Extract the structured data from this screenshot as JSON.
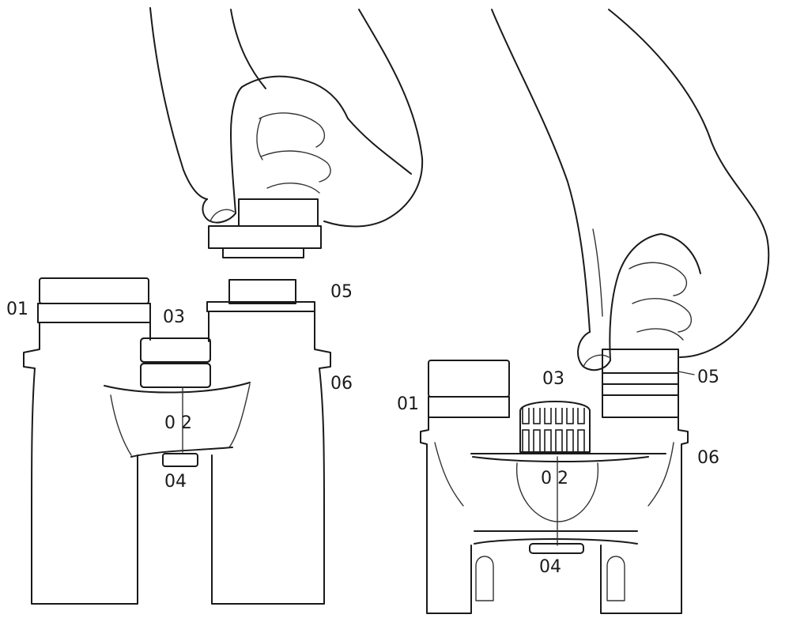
{
  "left_figure": {
    "labels": {
      "l01": "01",
      "l02": "0 2",
      "l03": "03",
      "l04": "04",
      "l05": "05",
      "l06": "06"
    }
  },
  "right_figure": {
    "labels": {
      "r01": "01",
      "r02": "0 2",
      "r03": "03",
      "r04": "04",
      "r05": "05",
      "r06": "06"
    }
  },
  "colors": {
    "line": "#1a1a1a",
    "background": "#ffffff"
  }
}
